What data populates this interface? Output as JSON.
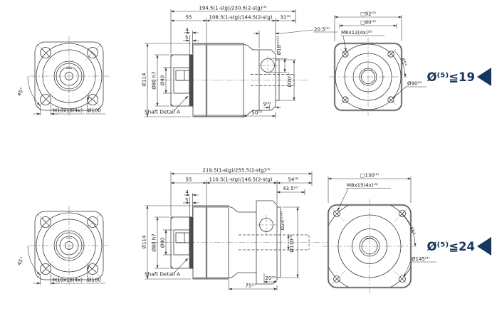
{
  "colors": {
    "line": "#3a3a3a",
    "gray_edge": "#a8a8a8",
    "hidden_line": "#3a3a3a",
    "accent_navy": "#17365d",
    "background": "#ffffff"
  },
  "callouts": {
    "top": {
      "label": "Ø⁽⁵⁾≦19",
      "arrow": "left-triangle"
    },
    "bottom": {
      "label": "Ø⁽⁵⁾≦24",
      "arrow": "left-triangle"
    }
  },
  "rows": [
    {
      "front": {
        "angle": "45°",
        "bolts": "M10x18(4x)",
        "bolt_circle": "Ø100"
      },
      "side": {
        "total_length": "194.5(1-stg)/230.5(2-stg)⁽³⁾",
        "shaft_length": "55",
        "body_length": "108.5(1-stg)/144.5(2-stg)",
        "adapter_length": "31⁽³⁾",
        "flange_thickness": "20.5⁽²⁾",
        "dim_4": "4",
        "dim_5": "5",
        "dia_body": "Ø114",
        "dia_pilot_front": "Ø80 h7",
        "dia_shaft": "Ø40",
        "shaft_detail": "Shaft Detail  A",
        "dim_9": "9⁽³⁾",
        "dim_50": "50⁽²⁾",
        "dia_bore": "Ø18⁽¹⁾⁽⁴⁾",
        "dia_pilot_rear": "Ø70⁽³⁾"
      },
      "rear": {
        "square_outer": "□92⁽²⁾",
        "square_inner": "□80⁽²⁾",
        "bolts": "M6x12(4x)⁽³⁾",
        "angle": "45°",
        "dia_bolt_circle": "Ø90⁽³⁾"
      }
    },
    {
      "front": {
        "angle": "45°",
        "bolts": "M10x18(4x)",
        "bolt_circle": "Ø100"
      },
      "side": {
        "total_length": "219.5(1-stg)/255.5(2-stg)⁽³⁾",
        "shaft_length": "55",
        "body_length": "110.5(1-stg)/146.5(2-stg)",
        "adapter_length": "54⁽³⁾",
        "dim_43_5": "43.5⁽²⁾",
        "dim_4": "4",
        "dim_5": "5",
        "dia_body": "Ø114",
        "dia_pilot_front": "Ø80 h7",
        "dia_shaft": "Ø40",
        "shaft_detail": "Shaft Detail  A",
        "dim_20": "20⁽³⁾",
        "dim_75": "75⁽²⁾",
        "dia_bore": "Ø24⁽¹⁾⁽⁴⁾",
        "dia_pilot_rear": "Ø110⁽³⁾"
      },
      "rear": {
        "square_outer": "□130⁽²⁾",
        "bolts": "M8x15(4x)⁽³⁾",
        "angle": "45°",
        "dia_bolt_circle": "Ø145⁽³⁾"
      }
    }
  ]
}
